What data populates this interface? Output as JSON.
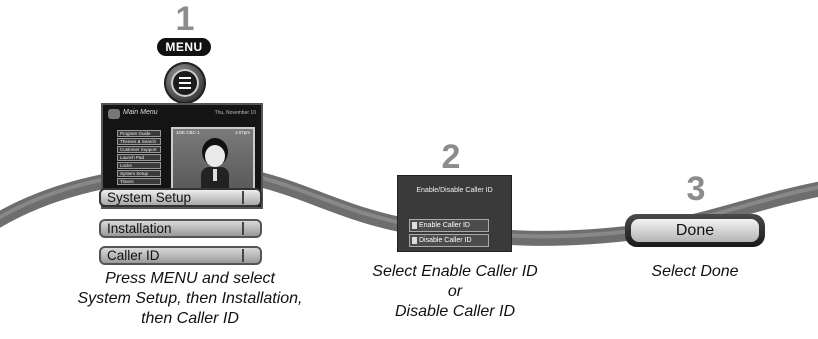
{
  "steps": [
    {
      "number": "1",
      "button_label": "MENU",
      "screen": {
        "title": "Main Menu",
        "date": "Thu, November 10",
        "channel": "1OE CBC-1",
        "time": "1:07pm",
        "menu_items": [
          "Program Guide",
          "Themes & Search",
          "Customer Support",
          "Launch Pad",
          "Locks",
          "System Setup",
          "Timers"
        ]
      },
      "menu_path": [
        "System Setup",
        "Installation",
        "Caller ID"
      ],
      "caption": [
        "Press MENU and select",
        "System Setup, then Installation,",
        "then Caller ID"
      ]
    },
    {
      "number": "2",
      "dialog": {
        "title": "Enable/Disable Caller ID",
        "options": [
          "Enable Caller ID",
          "Disable Caller ID"
        ]
      },
      "caption": [
        "Select Enable Caller ID",
        "or",
        "Disable Caller ID"
      ]
    },
    {
      "number": "3",
      "button_label": "Done",
      "caption": [
        "Select Done"
      ]
    }
  ],
  "colors": {
    "wave": "#6e6e6e",
    "step_number": "#8c8c8c"
  }
}
